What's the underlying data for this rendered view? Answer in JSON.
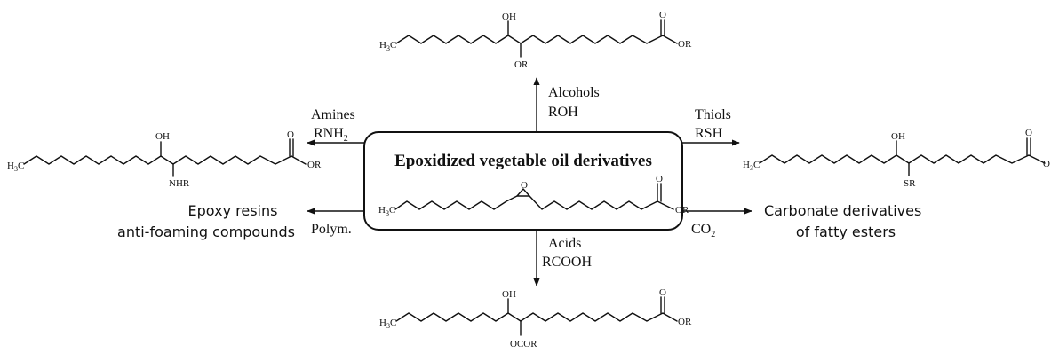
{
  "center": {
    "title": "Epoxidized vegetable oil derivatives",
    "epoxy_o": "O",
    "ester_o": "O",
    "ester_or": "OR",
    "h3c": "H",
    "h3c_sub": "3",
    "h3c_tail": "C"
  },
  "reactions": {
    "alcohols": {
      "line1": "Alcohols",
      "line2": "ROH"
    },
    "amines": {
      "line1": "Amines",
      "line2": "RNH",
      "line2_sub": "2"
    },
    "thiols": {
      "line1": "Thiols",
      "line2": "RSH"
    },
    "acids": {
      "line1": "Acids",
      "line2": "RCOOH"
    },
    "polym": {
      "label": "Polym.",
      "product_line1": "Epoxy resins",
      "product_line2": "anti-foaming compounds"
    },
    "co2": {
      "label": "CO",
      "label_sub": "2",
      "product_line1": "Carbonate derivatives",
      "product_line2": "of fatty esters"
    }
  },
  "products": {
    "top": {
      "oh": "OH",
      "sub": "OR",
      "ester_o": "O",
      "ester_or": "OR"
    },
    "left": {
      "oh": "OH",
      "sub": "NHR",
      "ester_o": "O",
      "ester_or": "OR"
    },
    "right": {
      "oh": "OH",
      "sub": "SR",
      "ester_o": "O",
      "ester_or": "O"
    },
    "bottom": {
      "oh": "OH",
      "sub": "OCOR",
      "ester_o": "O",
      "ester_or": "OR"
    }
  }
}
